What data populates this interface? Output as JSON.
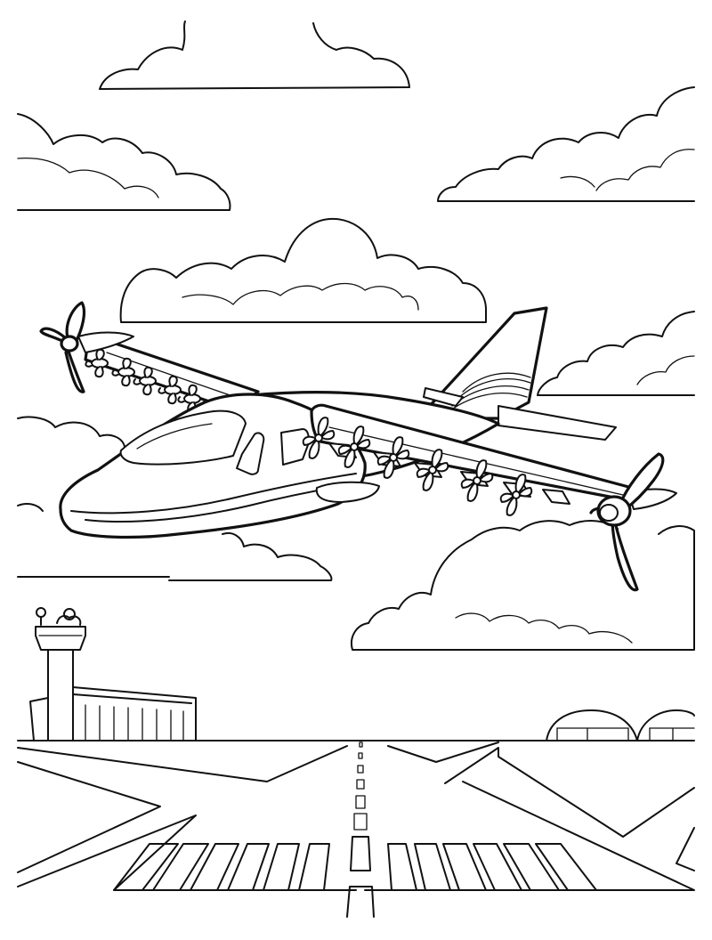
{
  "scene": {
    "subject": "electric-multi-rotor-airplane",
    "setting": "airport-runway",
    "style": "coloring-page-line-art",
    "colors": {
      "line": "#111111",
      "background": "#ffffff"
    }
  }
}
